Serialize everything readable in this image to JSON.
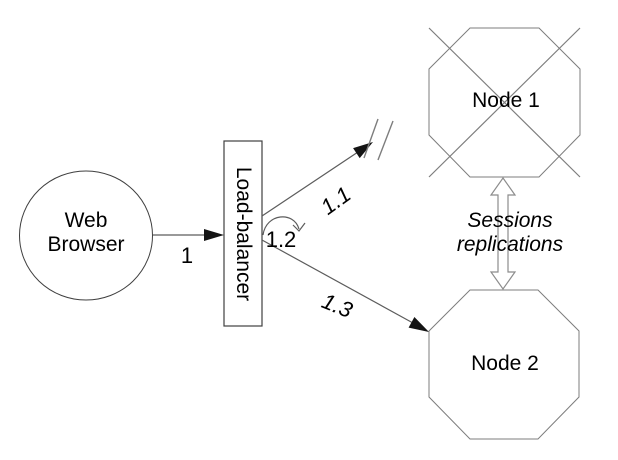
{
  "diagram": {
    "nodes": {
      "web_browser": {
        "line1": "Web",
        "line2": "Browser"
      },
      "load_balancer": {
        "label": "Load-balancer"
      },
      "node1": {
        "label": "Node 1"
      },
      "node2": {
        "label": "Node 2"
      }
    },
    "edges": {
      "e1": {
        "label": "1"
      },
      "e11": {
        "label": "1.1"
      },
      "e12": {
        "label": "1.2"
      },
      "e13": {
        "label": "1.3"
      },
      "replication": {
        "line1": "Sessions",
        "line2": "replications"
      }
    },
    "colors": {
      "background": "#ffffff",
      "text": "#000000",
      "primary_shape_stroke": "#3f3f3f",
      "cluster_shape_stroke": "#7d7d7d",
      "connector": "#5c5c5c",
      "arrowhead": "#141414",
      "double_arrow_stroke": "#8c8c8c",
      "shape_fill": "#ffffff"
    }
  }
}
